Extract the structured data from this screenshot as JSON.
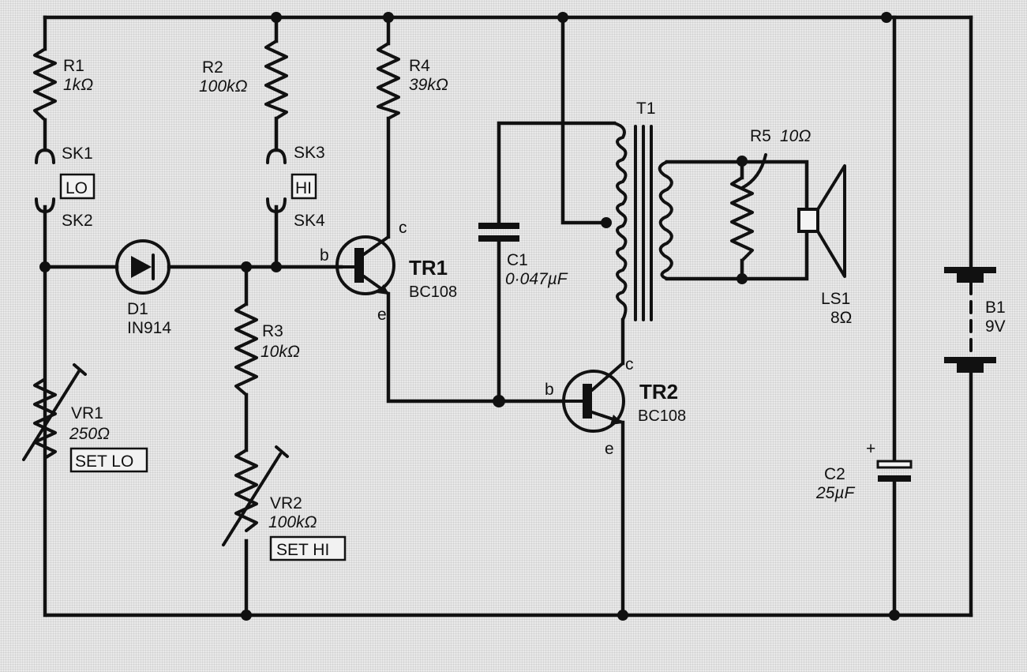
{
  "components": {
    "r1": {
      "ref": "R1",
      "value": "1kΩ"
    },
    "r2": {
      "ref": "R2",
      "value": "100kΩ"
    },
    "r3": {
      "ref": "R3",
      "value": "10kΩ"
    },
    "r4": {
      "ref": "R4",
      "value": "39kΩ"
    },
    "r5": {
      "ref": "R5",
      "value": "10Ω"
    },
    "sk1": {
      "ref": "SK1"
    },
    "sk2": {
      "ref": "SK2"
    },
    "sk3": {
      "ref": "SK3"
    },
    "sk4": {
      "ref": "SK4"
    },
    "lo_label": "LO",
    "hi_label": "HI",
    "d1": {
      "ref": "D1",
      "value": "IN914"
    },
    "vr1": {
      "ref": "VR1",
      "value": "250Ω",
      "tag": "SET LO"
    },
    "vr2": {
      "ref": "VR2",
      "value": "100kΩ",
      "tag": "SET HI"
    },
    "tr1": {
      "ref": "TR1",
      "value": "BC108",
      "b": "b",
      "c": "c",
      "e": "e"
    },
    "tr2": {
      "ref": "TR2",
      "value": "BC108",
      "b": "b",
      "c": "c",
      "e": "e"
    },
    "c1": {
      "ref": "C1",
      "value": "0·047µF"
    },
    "c2": {
      "ref": "C2",
      "value": "25µF",
      "polarity": "+"
    },
    "t1": {
      "ref": "T1"
    },
    "ls1": {
      "ref": "LS1",
      "value": "8Ω"
    },
    "b1": {
      "ref": "B1",
      "value": "9V"
    }
  }
}
